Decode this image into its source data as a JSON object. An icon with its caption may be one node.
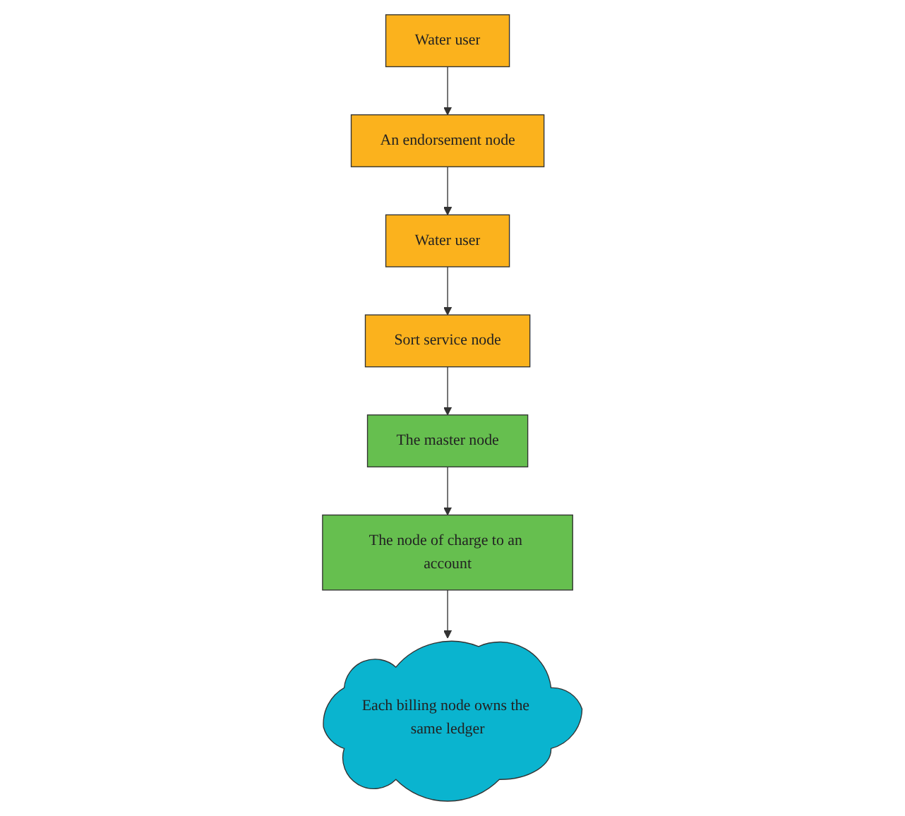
{
  "diagram": {
    "nodes": [
      {
        "text": [
          "Water user"
        ]
      },
      {
        "text": [
          "An endorsement node"
        ]
      },
      {
        "text": [
          "Water user"
        ]
      },
      {
        "text": [
          "Sort service node"
        ]
      },
      {
        "text": [
          "The master node"
        ]
      },
      {
        "text": [
          "The node of charge to an account"
        ]
      },
      {
        "text": [
          "Each billing node owns the same ledger"
        ]
      }
    ],
    "edges": [
      {
        "from": 0,
        "to": 1,
        "arrow": "to"
      },
      {
        "from": 1,
        "to": 2,
        "arrow": "to"
      },
      {
        "from": 2,
        "to": 3,
        "arrow": "to"
      },
      {
        "from": 3,
        "to": 4,
        "arrow": "to"
      },
      {
        "from": 4,
        "to": 5,
        "arrow": "to"
      },
      {
        "from": 5,
        "to": 6,
        "arrow": "to"
      }
    ]
  }
}
